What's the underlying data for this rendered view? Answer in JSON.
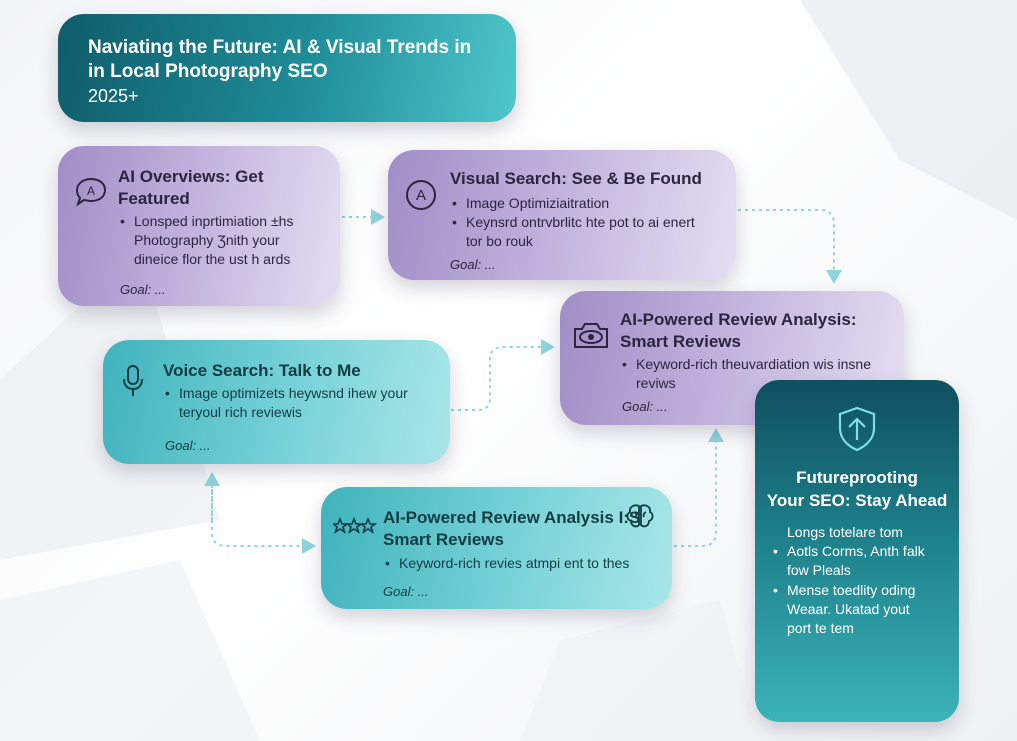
{
  "header": {
    "line1": "Naviating the Future: AI & Visual Trends in",
    "line2": "in Local Photography SEO",
    "line3": "2025+"
  },
  "cards": {
    "ai_overviews": {
      "title_line1": "AI Overviews: Get",
      "title_line2": "Featured",
      "bullet_line1": "Lonsped inprtimiation ±hs",
      "bullet_line2": "Photography Ʒnith your",
      "bullet_line3": "dineice flor the ust h ards",
      "goal": "Goal: ..."
    },
    "visual_search": {
      "title": "Visual Search: See & Be Found",
      "bullet1": "Image Optimiziaitration",
      "bullet2_line1": "Keynsrd ontrvbrlitc hte pot to ai enert",
      "bullet2_line2": "tor bo rouk",
      "goal": "Goal: ..."
    },
    "review_analysis_top": {
      "title_line1": "AI-Powered Review Analysis:",
      "title_line2": "Smart Reviews",
      "bullet_line1": "Keyword-rich theuvardiation wis insne",
      "bullet_line2": "reviws",
      "goal": "Goal: ..."
    },
    "voice_search": {
      "title": "Voice Search: Talk to Me",
      "bullet_line1": "Image optimizets heywsnd ihew your",
      "bullet_line2": "teryoul rich reviewis",
      "goal": "Goal: ..."
    },
    "review_analysis_bottom": {
      "title_line1": "AI-Powered Review Analysis I:S",
      "title_line2": "Smart Reviews",
      "bullet": "Keyword-rich revies atmpi ent to thes",
      "goal": "Goal: ..."
    },
    "futureproofing": {
      "title_line1": "Futureprooting",
      "title_line2": "Your SEO: Stay Ahead",
      "intro": "Longs totelare tom",
      "bullet1_line1": "Aotls Corms, Anth falk",
      "bullet1_line2": "fow Pleals",
      "bullet2_line1": "Mense toedlity oding",
      "bullet2_line2": "Weaar. Ukatad yout",
      "bullet2_line3": "port te tem"
    }
  },
  "colors": {
    "header_dark": "#0f5c6b",
    "header_light": "#4fc6cc",
    "purple_card": "#a08dc6",
    "teal_card": "#3fb3bc",
    "future_card": "#0f4f5e",
    "connector": "#8fd3dc"
  },
  "icons": {
    "ai_overviews": "chat-bubble-a-icon",
    "visual_search": "circle-a-icon",
    "review_top": "camera-eye-icon",
    "voice": "microphone-icon",
    "review_bottom_left": "three-stars-icon",
    "review_bottom_right": "brain-icon",
    "future": "shield-arrow-icon"
  }
}
